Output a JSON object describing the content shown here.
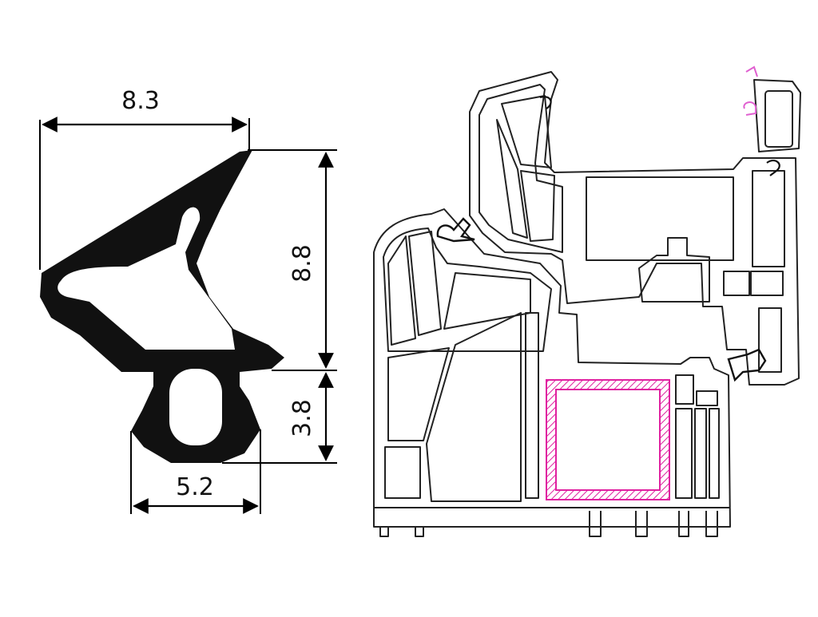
{
  "colors": {
    "seal": "#111111",
    "outline": "#222222",
    "dimension": "#000000",
    "reinforcement": "#e020a0",
    "gasket_accent": "#e060d0",
    "background": "#ffffff"
  },
  "seal_diagram": {
    "dimensions": {
      "top_width": "8.3",
      "lip_height": "8.8",
      "bulb_height": "3.8",
      "bulb_width": "5.2"
    }
  },
  "profile_diagram": {
    "reinforcement": "steel-reinforcement-hatched"
  }
}
